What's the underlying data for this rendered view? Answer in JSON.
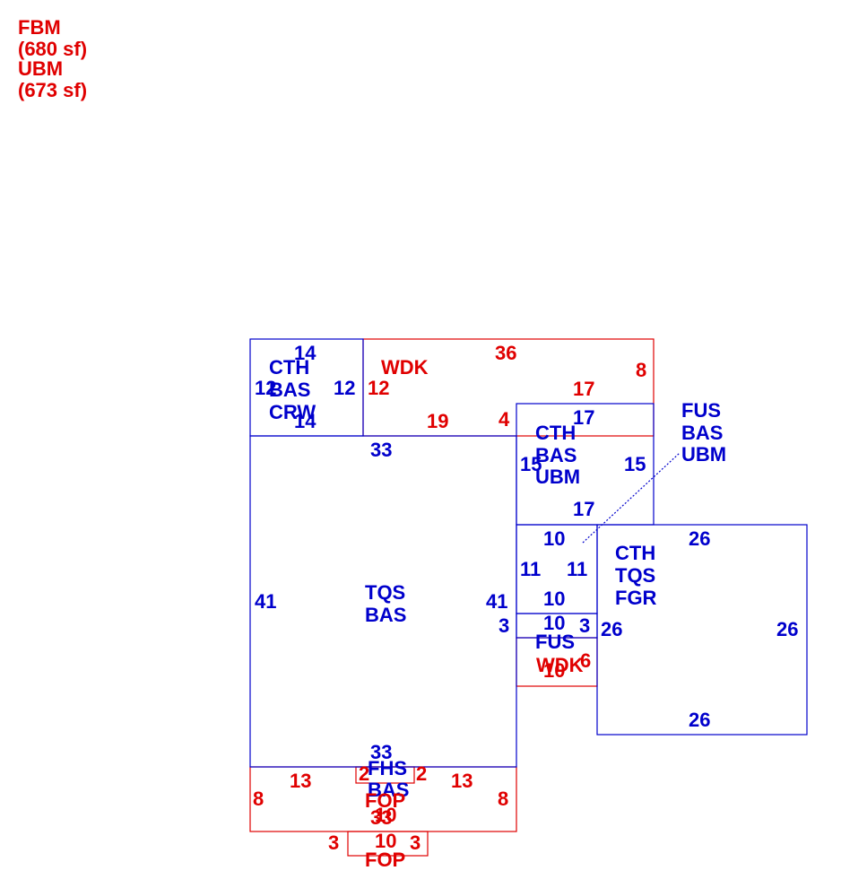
{
  "colors": {
    "red": "#e00000",
    "blue": "#0000cc"
  },
  "legend": [
    "FBM",
    "(680 sf)",
    "UBM",
    "(673 sf)"
  ],
  "labels": {
    "l1": "14",
    "l2": "CTH",
    "l3": "BAS",
    "l4": "CRW",
    "l5": "12",
    "l6": "12",
    "l7": "14",
    "l8": "WDK",
    "l9": "36",
    "l10": "8",
    "l11": "12",
    "l12": "17",
    "l13": "19",
    "l14": "4",
    "l15": "17",
    "l16": "FUS",
    "l17": "BAS",
    "l18": "UBM",
    "l19": "33",
    "l20": "CTH",
    "l21": "BAS",
    "l22": "UBM",
    "l23": "15",
    "l24": "15",
    "l25": "17",
    "l26": "10",
    "l27": "CTH",
    "l28": "TQS",
    "l29": "FGR",
    "l30": "26",
    "l31": "11",
    "l32": "11",
    "l33": "10",
    "l34": "41",
    "l35": "TQS",
    "l36": "BAS",
    "l37": "41",
    "l38": "3",
    "l39": "10",
    "l40": "3",
    "l41": "26",
    "l42": "26",
    "l43": "FUS",
    "l44": "WDK",
    "l45": "6",
    "l46": "10",
    "l47": "26",
    "l48": "33",
    "l49": "FHS",
    "l50": "BAS",
    "l51": "2",
    "l52": "2",
    "l53": "13",
    "l54": "13",
    "l55": "8",
    "l56": "8",
    "l57": "FOP",
    "l58": "33",
    "l59": "10",
    "l60": "3",
    "l61": "10",
    "l62": "3",
    "l63": "FOP"
  }
}
